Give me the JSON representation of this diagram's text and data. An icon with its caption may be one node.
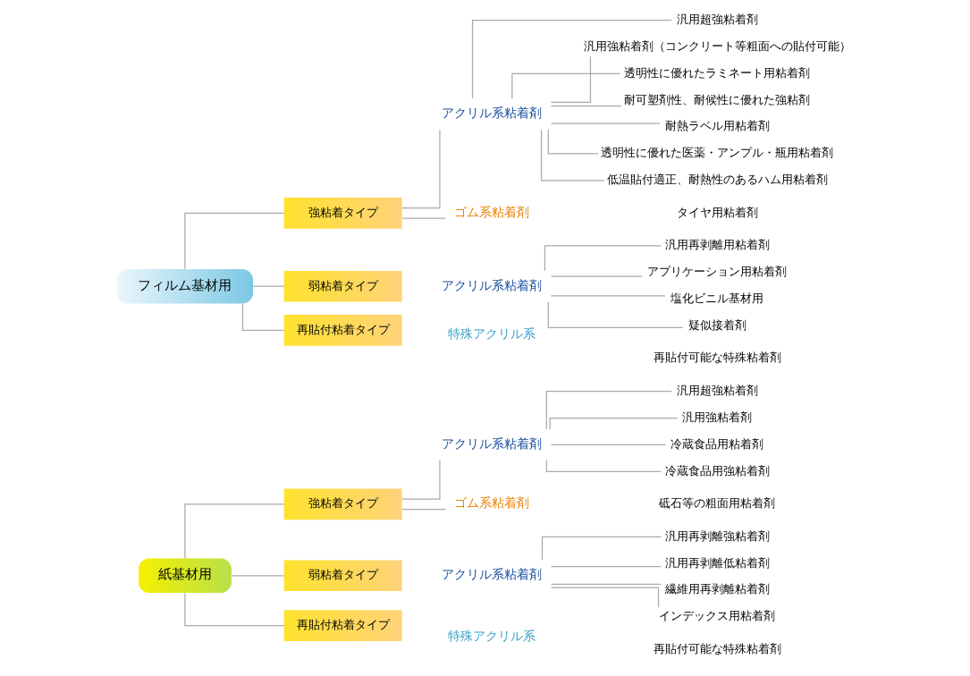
{
  "diagram": {
    "nodes": [
      {
        "text": [
          "紙基材用"
        ]
      },
      {
        "text": [
          "強粘着タイプ"
        ]
      },
      {
        "text": [
          "アクリル系粘着剤"
        ]
      },
      {
        "text": [
          "汎用超強粘着剤"
        ]
      },
      {
        "text": [
          "汎用強粘着剤"
        ]
      },
      {
        "text": [
          "冷蔵食品用粘着剤"
        ]
      },
      {
        "text": [
          "冷蔵食品用強粘着剤"
        ]
      },
      {
        "text": [
          "ゴム系粘着剤"
        ]
      },
      {
        "text": [
          "弱粘着タイプ"
        ]
      },
      {
        "text": [
          "アクリル系粘着剤"
        ]
      },
      {
        "text": [
          "汎用再剥離強粘着剤"
        ]
      },
      {
        "text": [
          "汎用再剥離低粘着剤"
        ]
      },
      {
        "text": [
          "繊維用再剥離粘着剤"
        ]
      },
      {
        "text": [
          "インデックス用粘着剤"
        ]
      },
      {
        "text": [
          "再貼付粘着タイプ"
        ]
      },
      {
        "text": [
          "フィルム基材用"
        ]
      },
      {
        "text": [
          "強粘着タイプ"
        ]
      },
      {
        "text": [
          "アクリル系粘着剤"
        ]
      },
      {
        "text": [
          "汎用超強粘着剤"
        ]
      },
      {
        "text": [
          "汎用強粘着剤（コンクリート等粗面への貼付可能）"
        ]
      },
      {
        "text": [
          "透明性に優れたラミネート用粘着剤"
        ]
      },
      {
        "text": [
          "耐可塑剤性、耐候性に優れた強粘剤"
        ]
      },
      {
        "text": [
          "耐熱ラベル用粘着剤"
        ]
      },
      {
        "text": [
          "透明性に優れた医薬・アンプル・瓶用粘着剤"
        ]
      },
      {
        "text": [
          "低温貼付適正、耐熱性のあるハム用粘着剤"
        ]
      },
      {
        "text": [
          "ゴム系粘着剤"
        ]
      },
      {
        "text": [
          "弱粘着タイプ"
        ]
      },
      {
        "text": [
          "アクリル系粘着剤"
        ]
      },
      {
        "text": [
          "汎用再剥離用粘着剤"
        ]
      },
      {
        "text": [
          "アプリケーション用粘着剤"
        ]
      },
      {
        "text": [
          "塩化ビニル基材用"
        ]
      },
      {
        "text": [
          "疑似接着剤"
        ]
      },
      {
        "text": [
          "再貼付粘着タイプ"
        ]
      }
    ],
    "edges": [
      {
        "from": 0,
        "to": 1,
        "arrow": "none"
      },
      {
        "from": 0,
        "to": 8,
        "arrow": "none"
      },
      {
        "from": 0,
        "to": 14,
        "arrow": "none"
      },
      {
        "from": 1,
        "to": 2,
        "arrow": "none"
      },
      {
        "from": 1,
        "to": 7,
        "arrow": "none"
      },
      {
        "from": 2,
        "to": 3,
        "arrow": "none"
      },
      {
        "from": 2,
        "to": 4,
        "arrow": "none"
      },
      {
        "from": 2,
        "to": 5,
        "arrow": "none"
      },
      {
        "from": 2,
        "to": 6,
        "arrow": "none"
      },
      {
        "from": 9,
        "to": 10,
        "arrow": "none"
      },
      {
        "from": 9,
        "to": 11,
        "arrow": "none"
      },
      {
        "from": 9,
        "to": 12,
        "arrow": "none"
      },
      {
        "from": 9,
        "to": 13,
        "arrow": "none"
      },
      {
        "from": 15,
        "to": 16,
        "arrow": "none"
      },
      {
        "from": 15,
        "to": 26,
        "arrow": "none"
      },
      {
        "from": 15,
        "to": 32,
        "arrow": "none"
      },
      {
        "from": 16,
        "to": 17,
        "arrow": "none"
      },
      {
        "from": 16,
        "to": 25,
        "arrow": "none"
      },
      {
        "from": 17,
        "to": 18,
        "arrow": "none"
      },
      {
        "from": 17,
        "to": 19,
        "arrow": "none"
      },
      {
        "from": 17,
        "to": 20,
        "arrow": "none"
      },
      {
        "from": 17,
        "to": 21,
        "arrow": "none"
      },
      {
        "from": 17,
        "to": 22,
        "arrow": "none"
      },
      {
        "from": 17,
        "to": 23,
        "arrow": "none"
      },
      {
        "from": 17,
        "to": 24,
        "arrow": "none"
      },
      {
        "from": 27,
        "to": 28,
        "arrow": "none"
      },
      {
        "from": 27,
        "to": 29,
        "arrow": "none"
      },
      {
        "from": 27,
        "to": 30,
        "arrow": "none"
      },
      {
        "from": 27,
        "to": 31,
        "arrow": "none"
      }
    ],
    "labels": [
      "砥石等の粗面用粘着剤",
      "特殊アクリル系",
      "再貼付可能な特殊粘着剤",
      "タイヤ用粘着剤",
      "特殊アクリル系",
      "再貼付可能な特殊粘着剤"
    ]
  }
}
